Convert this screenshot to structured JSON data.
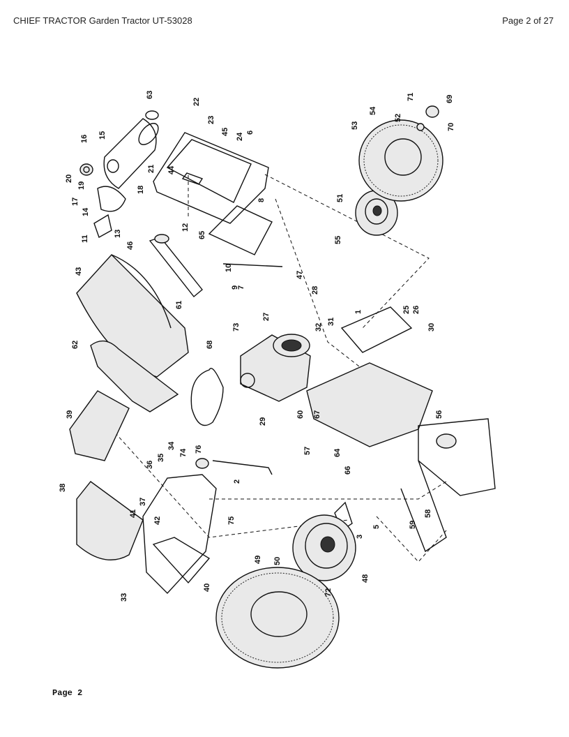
{
  "header": {
    "title": "CHIEF TRACTOR Garden Tractor UT-53028",
    "page_indicator": "Page 2 of 27"
  },
  "footer": {
    "page_label": "Page  2"
  },
  "diagram": {
    "part_numbers": [
      "1",
      "2",
      "3",
      "5",
      "6",
      "7",
      "8",
      "9",
      "10",
      "11",
      "12",
      "13",
      "14",
      "15",
      "16",
      "17",
      "18",
      "19",
      "20",
      "21",
      "22",
      "23",
      "24",
      "25",
      "26",
      "27",
      "28",
      "29",
      "30",
      "31",
      "32",
      "33",
      "34",
      "35",
      "36",
      "37",
      "38",
      "39",
      "40",
      "41",
      "42",
      "43",
      "44",
      "45",
      "46",
      "47",
      "48",
      "49",
      "50",
      "51",
      "52",
      "53",
      "54",
      "55",
      "56",
      "57",
      "58",
      "59",
      "60",
      "61",
      "62",
      "63",
      "64",
      "65",
      "66",
      "67",
      "68",
      "69",
      "70",
      "71",
      "72",
      "73",
      "74",
      "75",
      "76"
    ]
  }
}
